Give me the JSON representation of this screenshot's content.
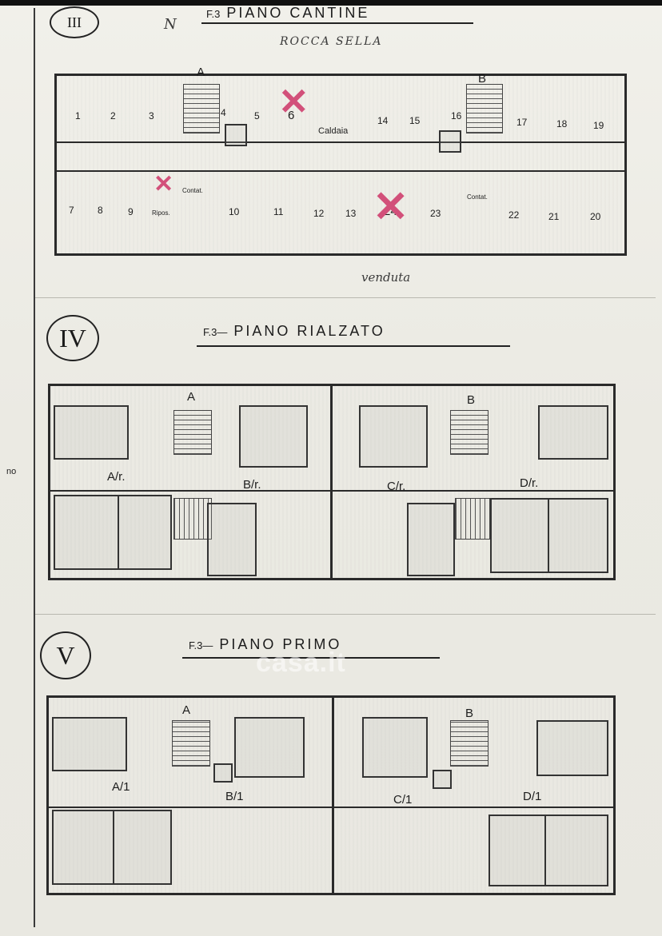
{
  "margin_note": "no",
  "sections": {
    "cantine": {
      "roman": "III",
      "title_prefix": "F.3",
      "title": "PIANO CANTINE",
      "hand_top": "ROCCA SELLA",
      "hand_north": "N",
      "hand_bottom": "venduta",
      "stairs": [
        "A",
        "B"
      ],
      "rooms": [
        "1",
        "2",
        "3",
        "4",
        "5",
        "6",
        "Caldaia",
        "14",
        "15",
        "16",
        "17",
        "18",
        "19",
        "7",
        "8",
        "9",
        "Ripos.",
        "Contat.",
        "10",
        "11",
        "12",
        "13",
        "24",
        "23",
        "Contat.",
        "22",
        "21",
        "20"
      ]
    },
    "rialzato": {
      "roman": "IV",
      "title_prefix": "F.3—",
      "title": "PIANO RIALZATO",
      "stairs": [
        "A",
        "B"
      ],
      "units": [
        "A/r.",
        "B/r.",
        "C/r.",
        "D/r."
      ]
    },
    "primo": {
      "roman": "V",
      "title_prefix": "F.3—",
      "title": "PIANO PRIMO",
      "stairs": [
        "A",
        "B"
      ],
      "units": [
        "A/1",
        "B/1",
        "C/1",
        "D/1"
      ]
    }
  },
  "watermark": "casa.it",
  "colors": {
    "ink": "#1c1c1c",
    "paper": "#ecebe4",
    "pink_mark": "#d2507a"
  }
}
